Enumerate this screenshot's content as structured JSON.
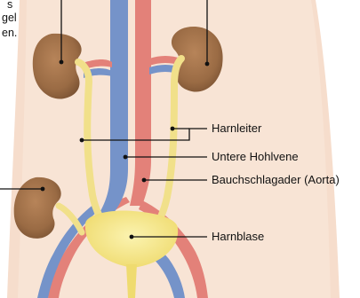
{
  "labels": {
    "harnleiter": "Harnleiter",
    "hohlvene": "Untere Hohlvene",
    "aorta": "Bauchschlagader (Aorta)",
    "harnblase": "Harnblase"
  },
  "cut_text": {
    "line1": "s",
    "line2": "gel",
    "line3": "en."
  },
  "colors": {
    "kidney": "#9a6b44",
    "artery": "#e07a72",
    "vein": "#6e8fc6",
    "urine": "#f3e58a",
    "skin": "#f4d8c6",
    "leader": "#111111"
  }
}
